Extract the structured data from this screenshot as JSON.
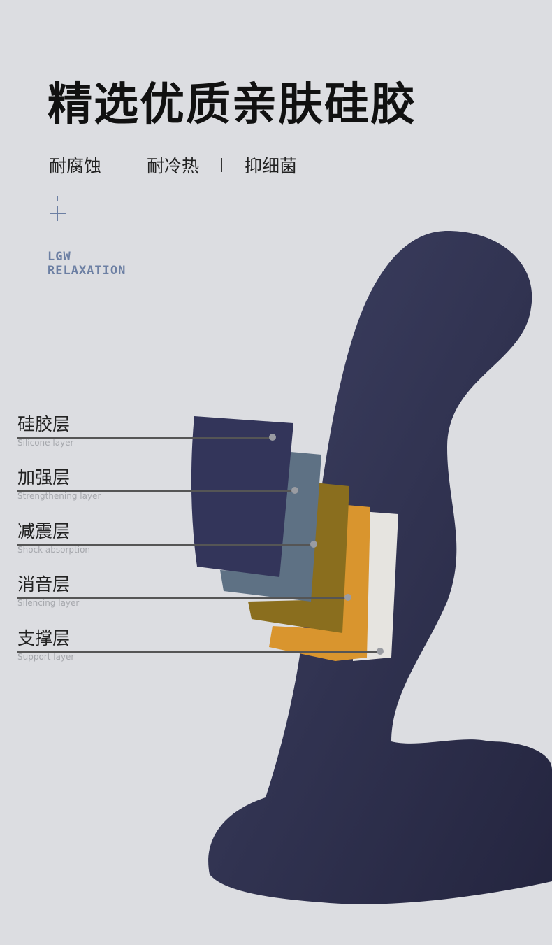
{
  "headline": "精选优质亲肤硅胶",
  "features": [
    "耐腐蚀",
    "耐冷热",
    "抑细菌"
  ],
  "brand": {
    "line1": "LGW",
    "line2": "RELAXATION"
  },
  "colors": {
    "background": "#dcdde1",
    "accent": "#6c7fa3",
    "product": "#2f3150"
  },
  "layers": [
    {
      "zh": "硅胶层",
      "en": "Silicone layer",
      "color": "#33355a"
    },
    {
      "zh": "加强层",
      "en": "Strengthening layer",
      "color": "#5e7184"
    },
    {
      "zh": "减震层",
      "en": "Shock absorption",
      "color": "#8a6e1e"
    },
    {
      "zh": "消音层",
      "en": "Silencing layer",
      "color": "#d9952e"
    },
    {
      "zh": "支撑层",
      "en": "Support layer",
      "color": "#e6e4e0"
    }
  ]
}
